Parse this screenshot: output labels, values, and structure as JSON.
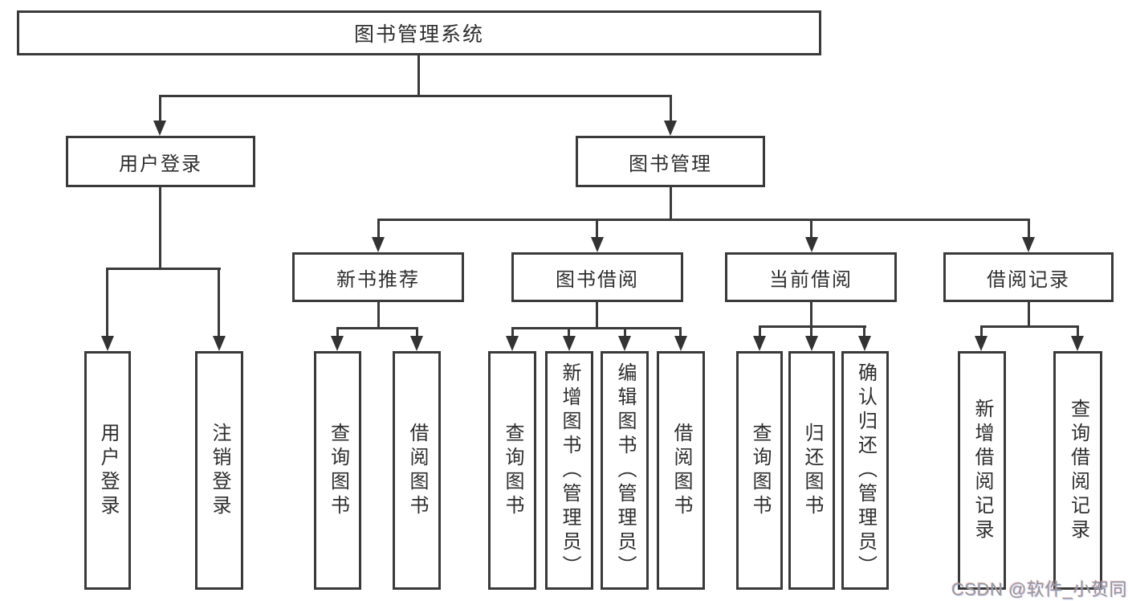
{
  "colors": {
    "background": "#ffffff",
    "line": "#3a3a3a",
    "text": "#2e2e2e",
    "watermark": "#969696"
  },
  "diagram": {
    "root": {
      "label": "图书管理系统"
    },
    "level2": [
      {
        "label": "用户登录"
      },
      {
        "label": "图书管理"
      }
    ],
    "level3": [
      {
        "label": "新书推荐"
      },
      {
        "label": "图书借阅"
      },
      {
        "label": "当前借阅"
      },
      {
        "label": "借阅记录"
      }
    ],
    "leaves": [
      {
        "label": "用户登录"
      },
      {
        "label": "注销登录"
      },
      {
        "label": "查询图书"
      },
      {
        "label": "借阅图书"
      },
      {
        "label": "查询图书"
      },
      {
        "label": "新增图书（管理员）"
      },
      {
        "label": "编辑图书（管理员）"
      },
      {
        "label": "借阅图书"
      },
      {
        "label": "查询图书"
      },
      {
        "label": "归还图书"
      },
      {
        "label": "确认归还（管理员）"
      },
      {
        "label": "新增借阅记录"
      },
      {
        "label": "查询借阅记录"
      }
    ]
  },
  "watermark": {
    "text": "CSDN @软件_小贺同学"
  }
}
